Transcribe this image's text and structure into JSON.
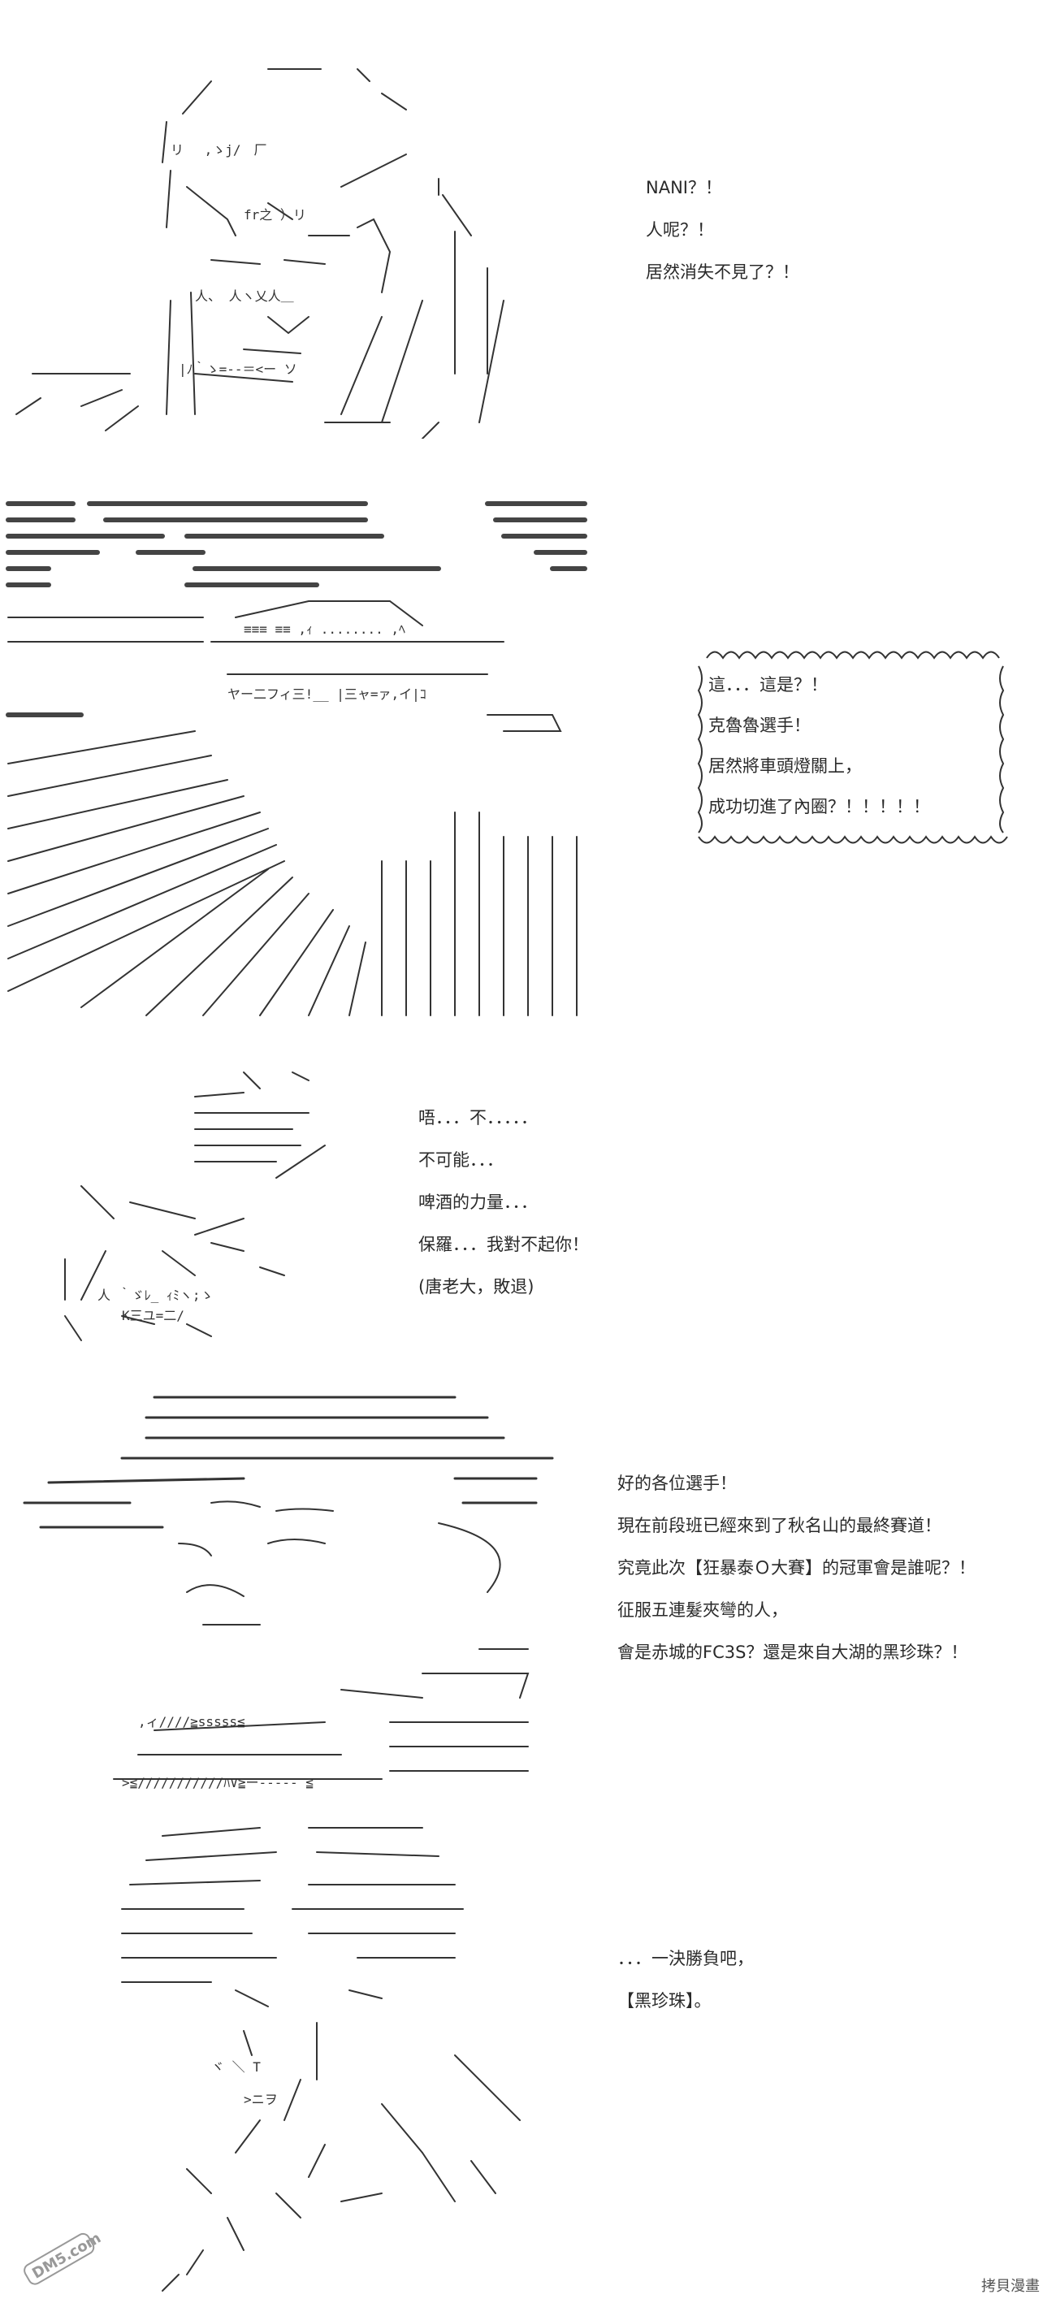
{
  "panel1": {
    "lines": [
      "NANI？！",
      "人呢？！",
      "居然消失不見了？！"
    ]
  },
  "panel2": {
    "bubble_lines": [
      "這．．．這是？！",
      "克魯魯選手！",
      "居然將車頭燈關上，",
      "成功切進了內圈？！！！！！"
    ]
  },
  "panel3": {
    "lines": [
      "唔．．．不．．．．．",
      "不可能．．．",
      "啤酒的力量．．．",
      "保羅．．．我對不起你！",
      "(唐老大，敗退)"
    ]
  },
  "panel4": {
    "lines": [
      "好的各位選手！",
      "現在前段班已經來到了秋名山的最終賽道！",
      "究竟此次【狂暴泰Ｏ大賽】的冠軍會是誰呢？！",
      "征服五連髮夾彎的人，",
      "會是赤城的FC3S？還是來自大湖的黑珍珠？！"
    ]
  },
  "panel5": {
    "lines": [
      "．．．一決勝負吧，",
      "【黑珍珠】。"
    ]
  },
  "watermark": {
    "left": "DM5.com",
    "right": "拷貝漫畫"
  },
  "colors": {
    "ink": "#2a2a2a",
    "background": "#ffffff"
  }
}
